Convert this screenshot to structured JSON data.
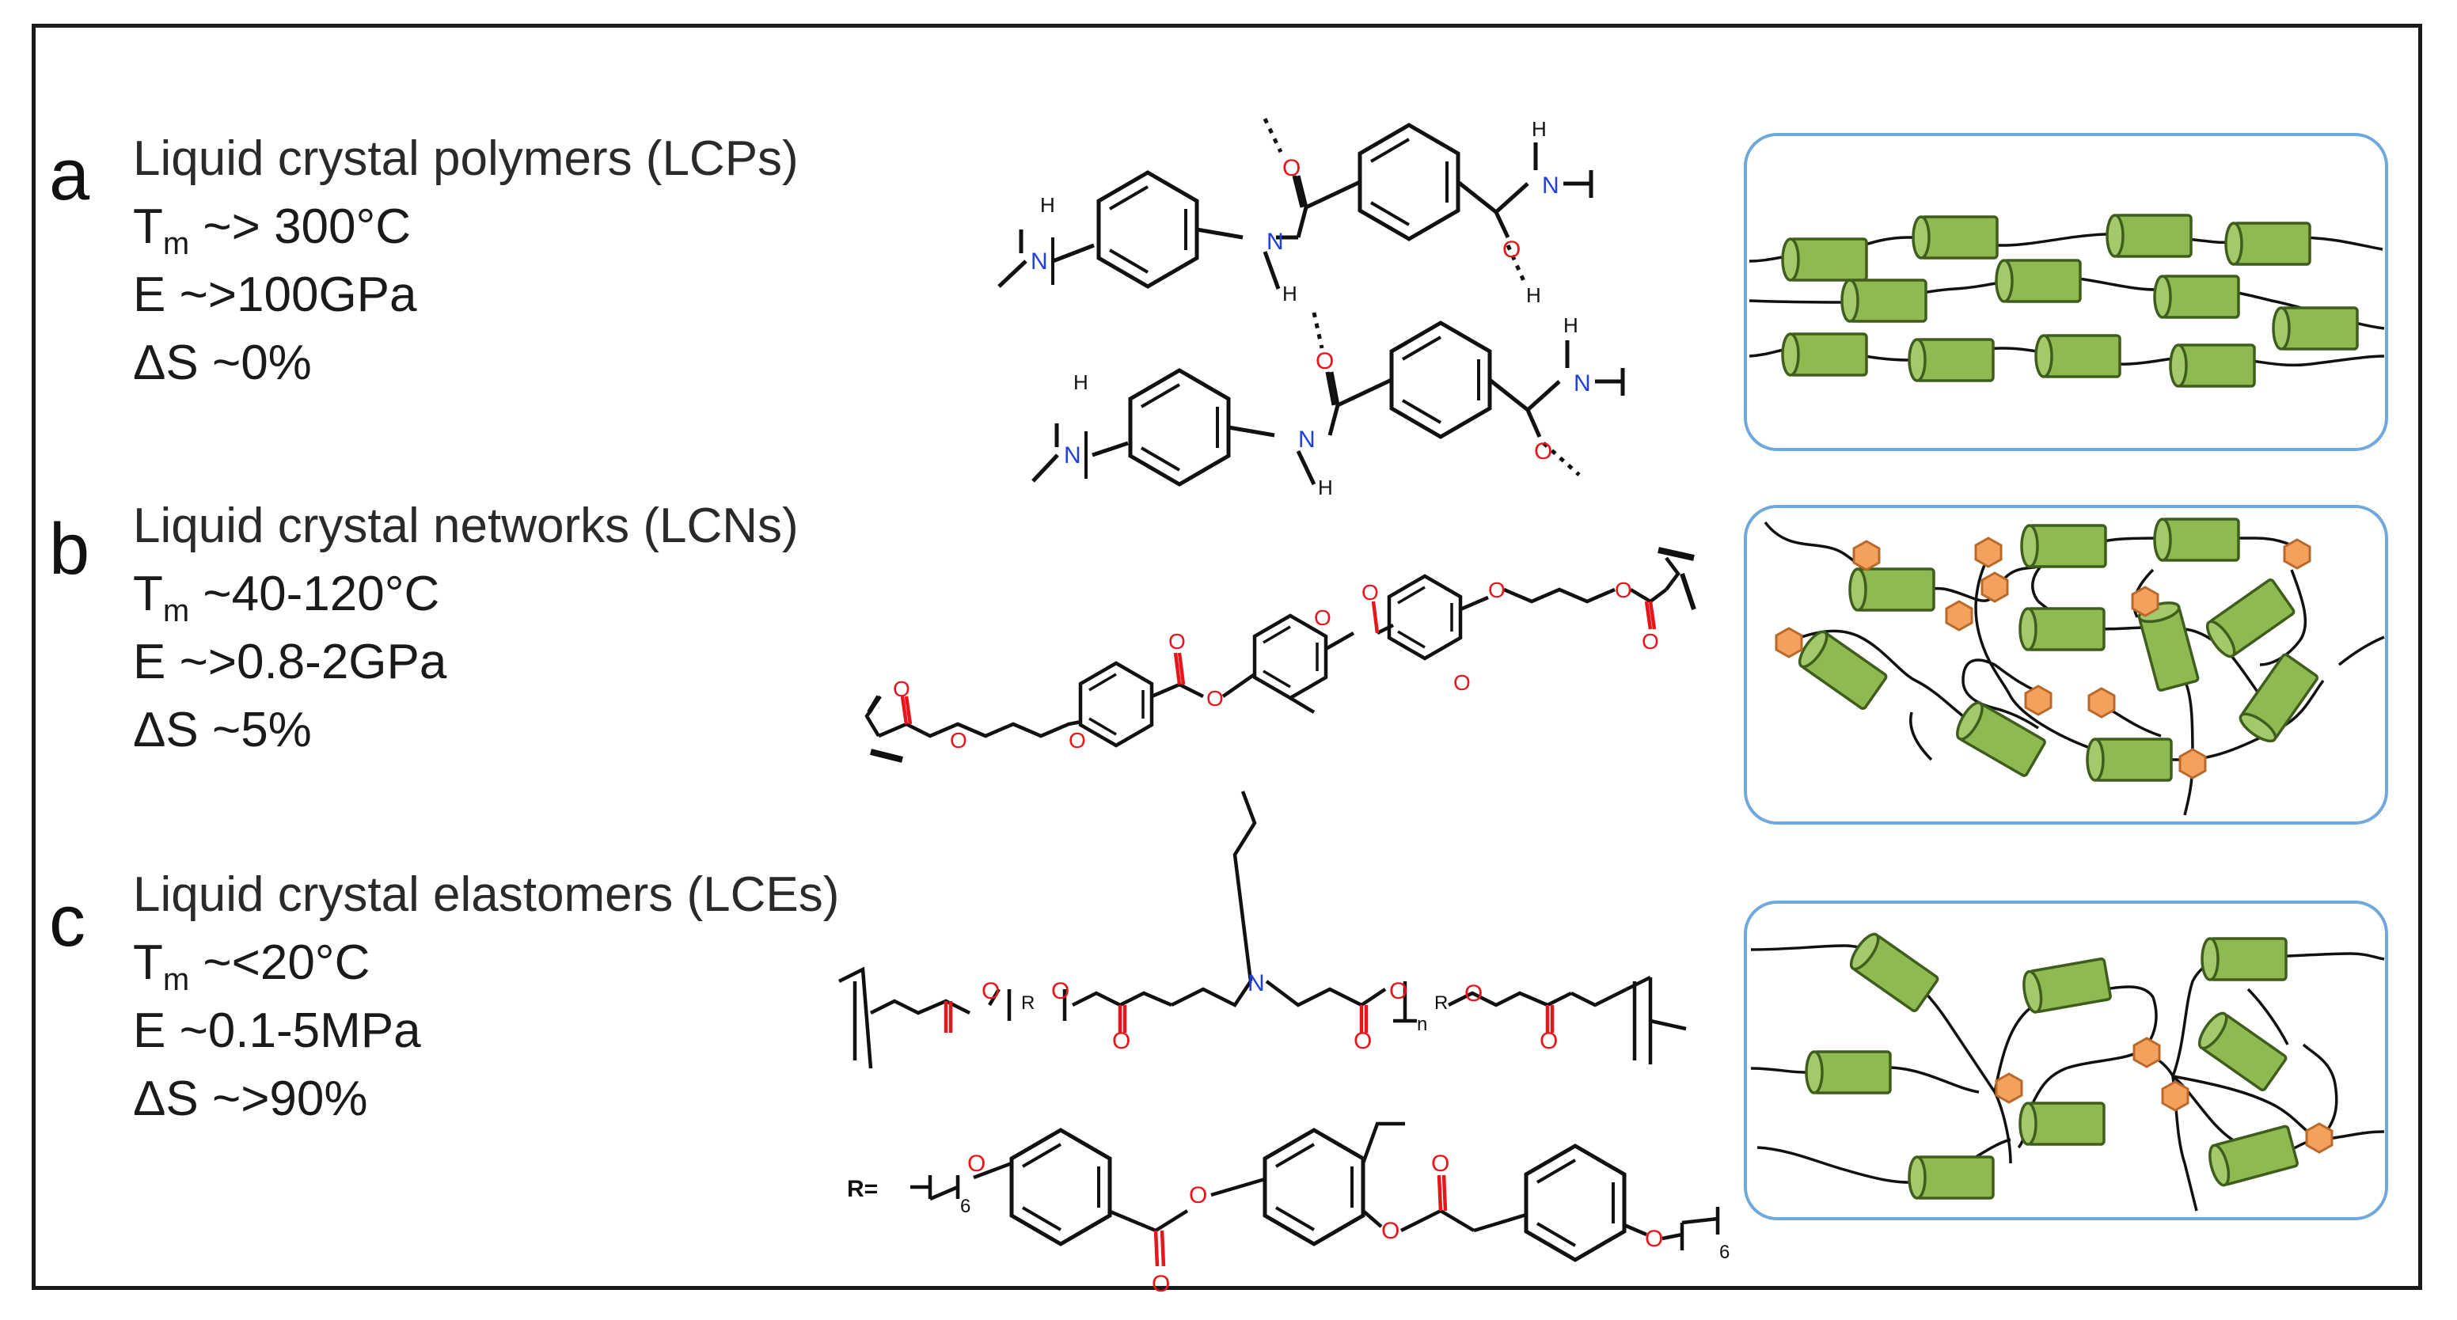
{
  "panels": [
    {
      "letter": "a",
      "title": "Liquid crystal polymers (LCPs)",
      "tm_label": "T",
      "tm_sub": "m",
      "tm_value": " ~> 300°C",
      "modulus": "E ~>100GPa",
      "strain": "ΔS ~0%"
    },
    {
      "letter": "b",
      "title": "Liquid crystal networks (LCNs)",
      "tm_label": "T",
      "tm_sub": "m",
      "tm_value": " ~40-120°C",
      "modulus": "E ~>0.8-2GPa",
      "strain": "ΔS ~5%"
    },
    {
      "letter": "c",
      "title": "Liquid crystal elastomers (LCEs)",
      "tm_label": "T",
      "tm_sub": "m",
      "tm_value": " ~<20°C",
      "modulus": "E ~0.1-5MPa",
      "strain": "ΔS ~>90%"
    }
  ],
  "chem_labels": {
    "N": "N",
    "H": "H",
    "O": "O",
    "R": "R",
    "n": "n",
    "six": "6",
    "r_def": "R="
  },
  "colors": {
    "oxygen": "#e8161b",
    "nitrogen": "#1f3fe6",
    "mesogen_fill": "#8fba52",
    "mesogen_stroke": "#3f5d1c",
    "crosslinker_fill": "#f4a15e",
    "crosslinker_stroke": "#b96a2b",
    "panel_border": "#6ea8dc"
  },
  "icons": [
    "mesogen-cylinder-icon",
    "crosslinker-hexagon-icon"
  ]
}
